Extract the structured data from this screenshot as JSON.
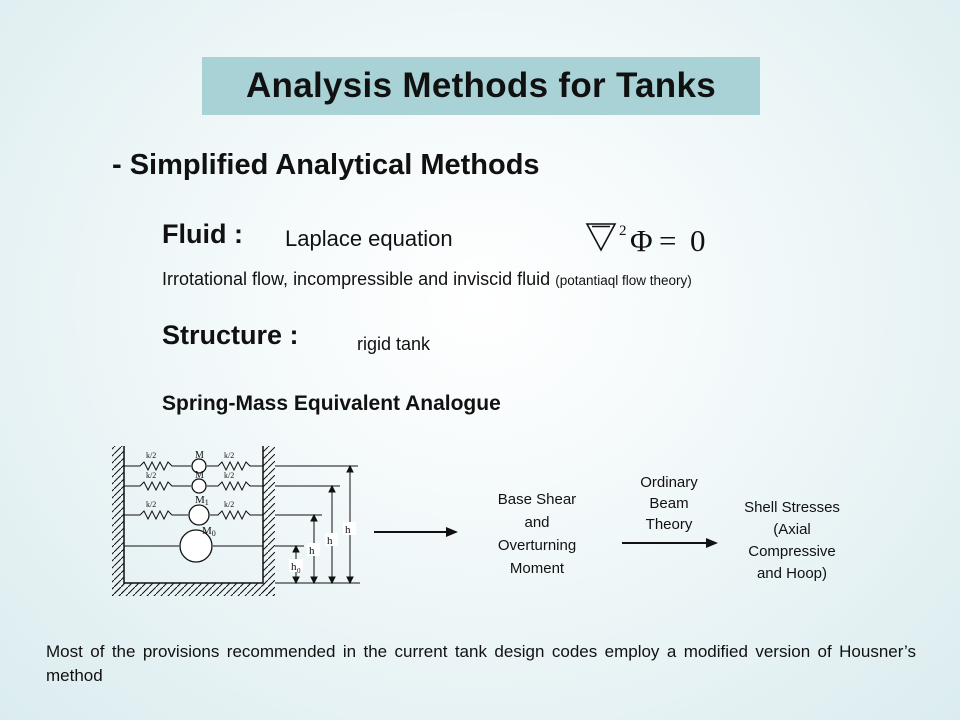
{
  "title": "Analysis Methods for Tanks",
  "subtitle": "- Simplified Analytical Methods",
  "fluid": {
    "label": "Fluid :",
    "description": "Laplace equation",
    "formula": "∇²Φ = 0",
    "line2": "Irrotational flow, incompressible and inviscid fluid",
    "line2_note": "(potantiaql flow theory)"
  },
  "structure": {
    "label": "Structure :",
    "description": "rigid tank"
  },
  "analogue": {
    "title": "Spring-Mass Equivalent Analogue",
    "masses": [
      "M",
      "M",
      "M1",
      "M0"
    ],
    "springs": [
      "k/2",
      "k/2",
      "k/2"
    ],
    "heights": [
      "h",
      "h",
      "h",
      "h0"
    ]
  },
  "flow": {
    "box1_lines": [
      "Base Shear",
      "and",
      "Overturning",
      "Moment"
    ],
    "arrow2_lines": [
      "Ordinary",
      "Beam",
      "Theory"
    ],
    "box2_lines": [
      "Shell Stresses",
      "(Axial",
      "Compressive",
      "and Hoop)"
    ]
  },
  "footer": "Most of the provisions recommended in the current tank design codes employ a modified version of Housner’s method",
  "colors": {
    "title_bg": "#a9d2d6",
    "background": "#dbecef"
  }
}
